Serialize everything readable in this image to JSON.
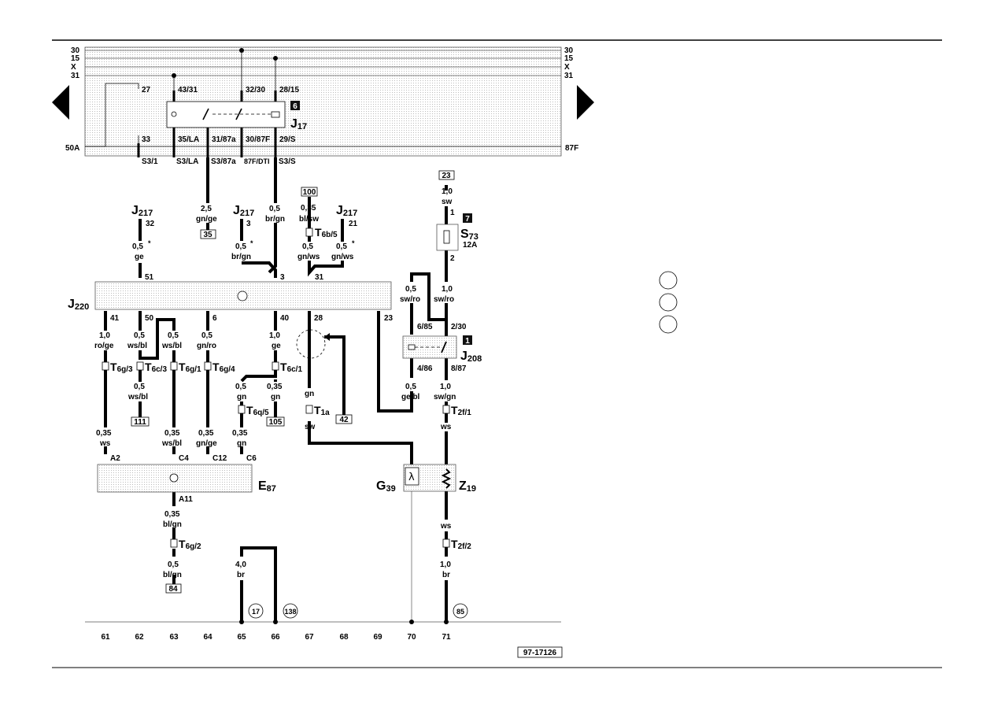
{
  "rails": {
    "left": [
      "30",
      "15",
      "X",
      "31"
    ],
    "right": [
      "30",
      "15",
      "X",
      "31"
    ],
    "left_50a": "50A",
    "right_87f": "87F"
  },
  "relay_panel": {
    "pins_top": [
      "27",
      "43/31",
      "32/30",
      "28/15"
    ],
    "pins_bottom": [
      "33",
      "35/LA",
      "31/87a",
      "30/87F",
      "29/S"
    ],
    "s3_labels": [
      "S3/1",
      "S3/LA",
      "S3/87a",
      "87F/DTI",
      "S3/S"
    ],
    "j17_number": "6",
    "j17_name": "J",
    "j17_sub": "17"
  },
  "components": {
    "j217_name": "J",
    "j217_sub": "217",
    "j220_name": "J",
    "j220_sub": "220",
    "e87_name": "E",
    "e87_sub": "87",
    "g39_name": "G",
    "g39_sub": "39",
    "z19_name": "Z",
    "z19_sub": "19",
    "j208_name": "J",
    "j208_sub": "208",
    "j208_number": "1",
    "s73_name": "S",
    "s73_sub": "73",
    "s73_rating": "12A",
    "s73_number": "7"
  },
  "wire_labels": {
    "w_j217_32_pin": "32",
    "w_j217_32_size": "0,5",
    "w_j217_32_col": "ge",
    "w_j217_3_pin": "3",
    "w_j217_3_size": "0,5",
    "w_j217_3_col": "br/gn",
    "w_j217_21_pin": "21",
    "w_j217_21_size": "0,5",
    "w_j217_21_col": "gn/ws",
    "w_s3la_size": "2,5",
    "w_s3la_col": "gn/ge",
    "w_s3la_ref": "35",
    "w_s3s_size": "0,5",
    "w_s3s_col": "br/gn",
    "w_100_ref": "100",
    "w_100_size": "0,35",
    "w_100_col": "bl/sw",
    "w_t6b5": "T6b/5",
    "w_t6b5_size": "0,5",
    "w_t6b5_col": "gn/ws",
    "asterisk": "*",
    "w_23_ref": "23",
    "w_23_size": "1,0",
    "w_23_col": "sw",
    "w_s73_in": "1",
    "w_s73_out": "2",
    "w_s73_size": "1,0",
    "w_s73_col": "sw/ro",
    "j220_pins_top": [
      "51",
      "3",
      "31"
    ],
    "j220_pins_bottom": [
      "41",
      "50",
      "6",
      "40",
      "28",
      "23"
    ],
    "w_41_size": "1,0",
    "w_41_col": "ro/ge",
    "w_50a_size": "0,5",
    "w_50a_col": "ws/bl",
    "w_50b_size": "0,5",
    "w_50b_col": "ws/bl",
    "w_6_size": "0,5",
    "w_6_col": "gn/ro",
    "w_40_size": "1,0",
    "w_40_col": "ge",
    "t6g3": "T6g/3",
    "t6c3": "T6c/3",
    "t6g1": "T6g/1",
    "t6g4": "T6g/4",
    "t6c1": "T6c/1",
    "t6q5": "T6q/5",
    "t1a": "T1a",
    "w_111_size": "0,5",
    "w_111_col": "ws/bl",
    "w_111_ref": "111",
    "w_t6q5_size": "0,5",
    "w_t6q5_col": "gn",
    "w_105_size": "0,35",
    "w_105_col": "gn",
    "w_105_ref": "105",
    "w_28_col_top": "gn",
    "w_28_col_bot": "sw",
    "w_42_ref": "42",
    "w_a2_size": "0,35",
    "w_a2_col": "ws",
    "w_c4_size": "0,35",
    "w_c4_col": "ws/bl",
    "w_c12_size": "0,35",
    "w_c12_col": "gn/ge",
    "w_c6_size": "0,35",
    "w_c6_col": "gn",
    "e87_pins": [
      "A2",
      "C4",
      "C12",
      "C6"
    ],
    "e87_pin_bottom": "A11",
    "w_a11_size": "0,35",
    "w_a11_col": "bl/gn",
    "t6g2": "T6g/2",
    "w_84_size": "0,5",
    "w_84_col": "bl/gn",
    "w_84_ref": "84",
    "w_br_size": "4,0",
    "w_br_col": "br",
    "j208_pins": [
      "6/85",
      "2/30",
      "4/86",
      "8/87"
    ],
    "w_j208_in_size": "0,5",
    "w_j208_in_col": "sw/ro",
    "w_gebl_size": "0,5",
    "w_gebl_col": "ge/bl",
    "w_swgn_size": "1,0",
    "w_swgn_col": "sw/gn",
    "t2f1": "T2f/1",
    "w_t2f1_col": "ws",
    "t2f2": "T2f/2",
    "w_t2f2_col_top": "ws",
    "w_t2f2_size": "1,0",
    "w_t2f2_col": "br"
  },
  "ground_refs": [
    "17",
    "138",
    "85"
  ],
  "track_numbers": [
    "61",
    "62",
    "63",
    "64",
    "65",
    "66",
    "67",
    "68",
    "69",
    "70",
    "71"
  ],
  "diagram_id": "97-17126"
}
